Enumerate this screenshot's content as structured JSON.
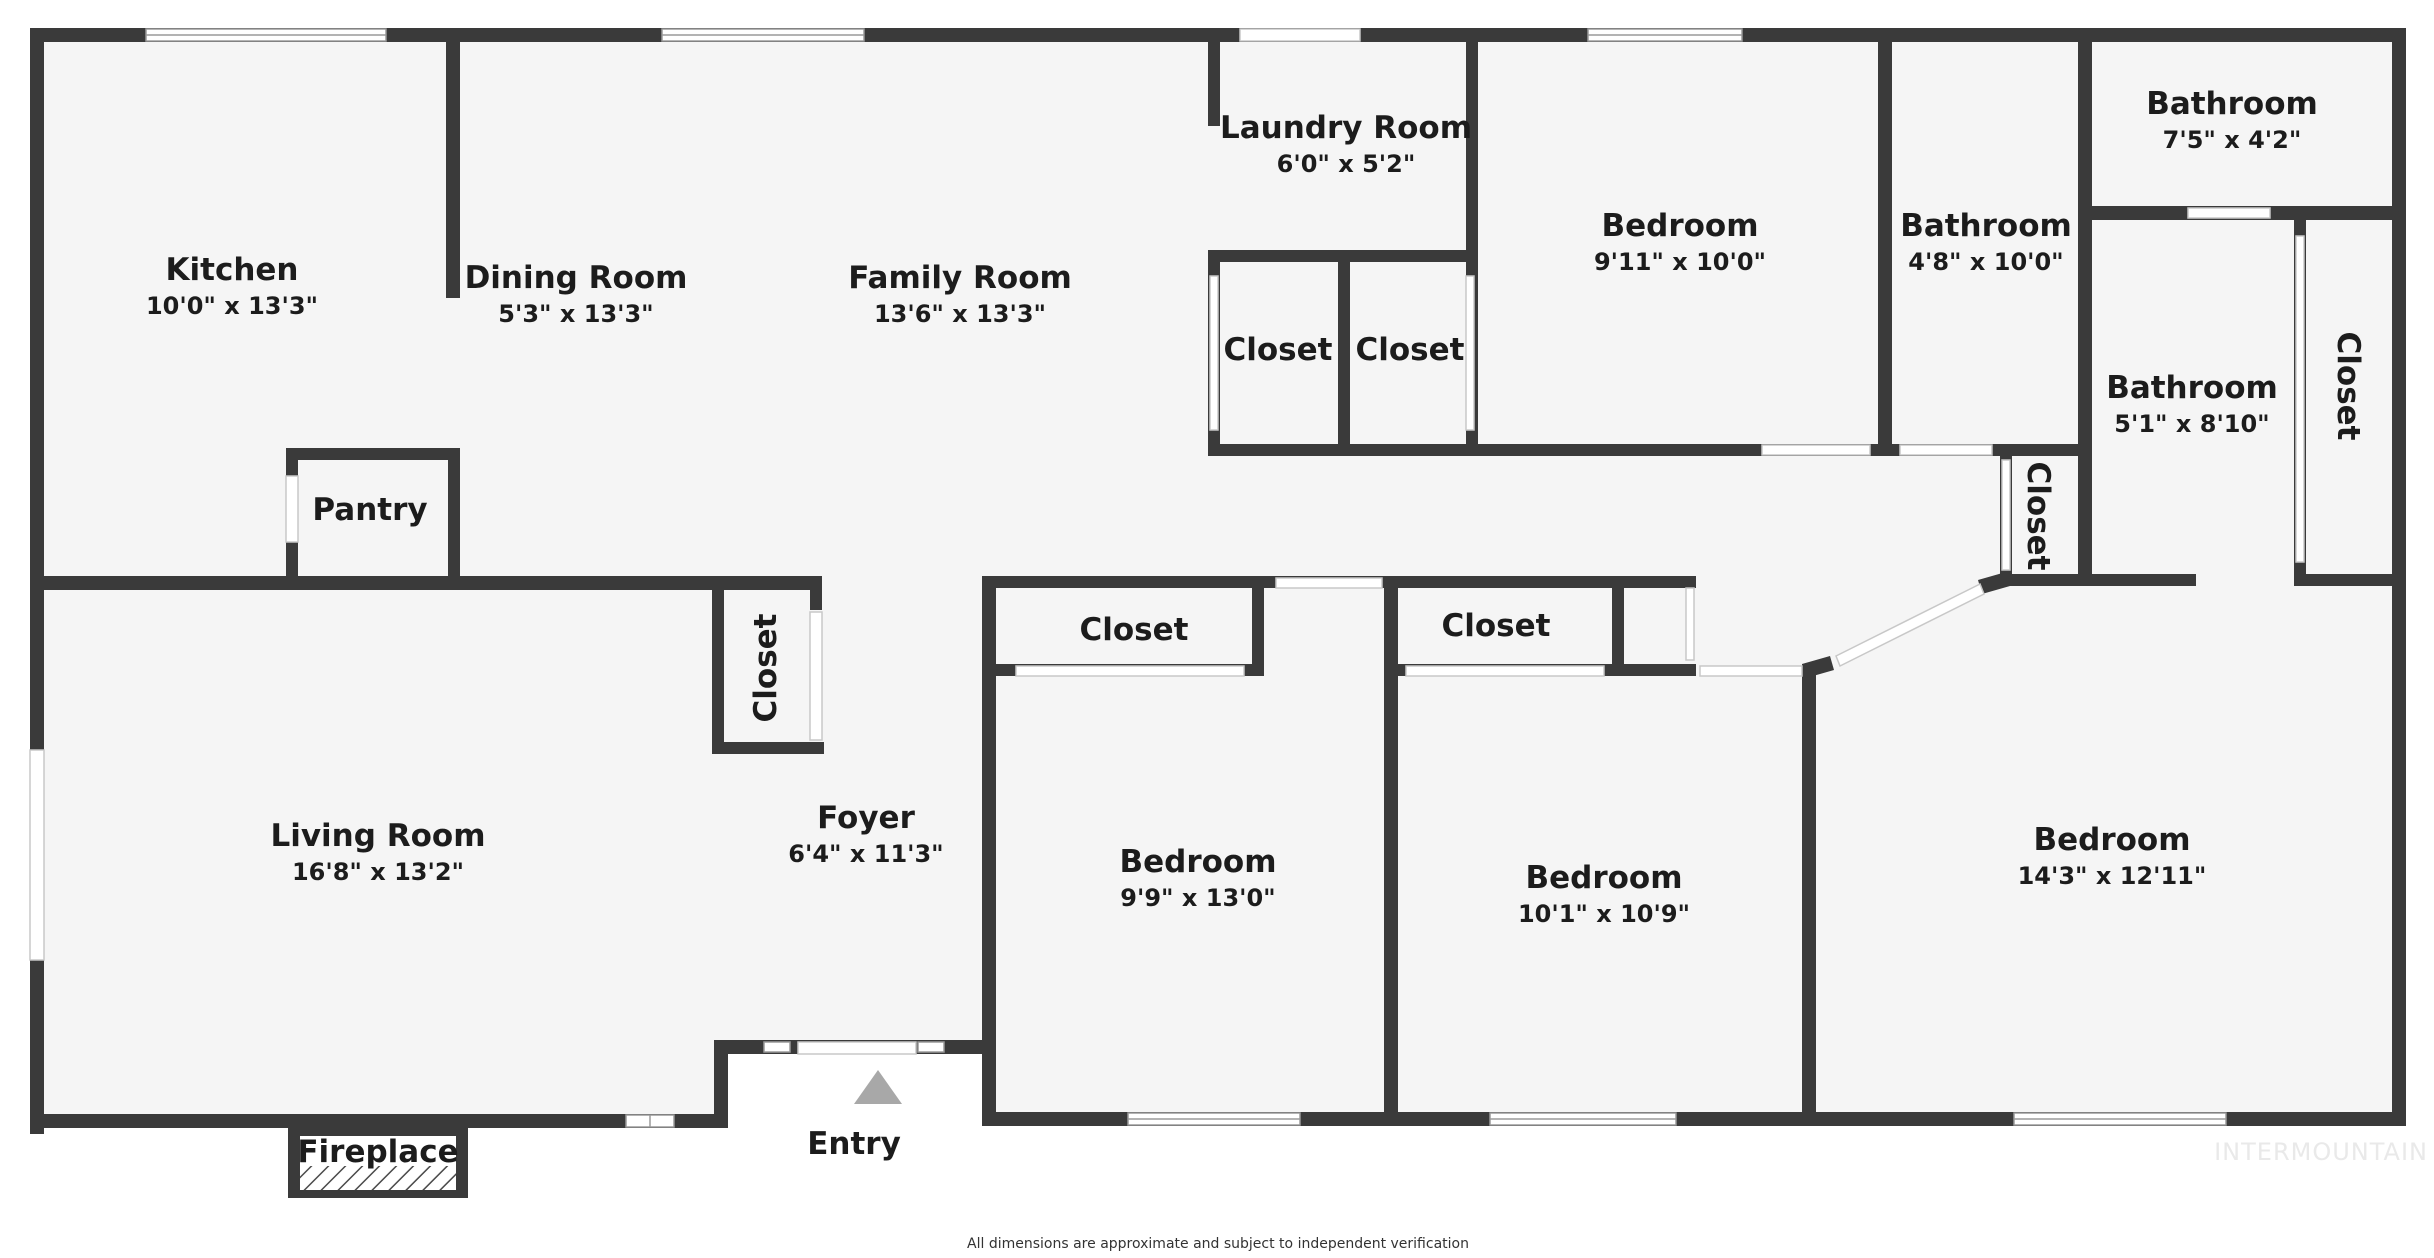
{
  "rooms": {
    "kitchen": {
      "name": "Kitchen",
      "dims": "10'0\" x 13'3\""
    },
    "dining_room": {
      "name": "Dining Room",
      "dims": "5'3\" x 13'3\""
    },
    "family_room": {
      "name": "Family Room",
      "dims": "13'6\" x 13'3\""
    },
    "laundry_room": {
      "name": "Laundry Room",
      "dims": "6'0\" x 5'2\""
    },
    "bedroom_top": {
      "name": "Bedroom",
      "dims": "9'11\" x 10'0\""
    },
    "bathroom_mid_top": {
      "name": "Bathroom",
      "dims": "4'8\" x 10'0\""
    },
    "bathroom_right_top": {
      "name": "Bathroom",
      "dims": "7'5\" x 4'2\""
    },
    "bathroom_right": {
      "name": "Bathroom",
      "dims": "5'1\" x 8'10\""
    },
    "living_room": {
      "name": "Living Room",
      "dims": "16'8\" x 13'2\""
    },
    "foyer": {
      "name": "Foyer",
      "dims": "6'4\" x 11'3\""
    },
    "bedroom_1": {
      "name": "Bedroom",
      "dims": "9'9\" x 13'0\""
    },
    "bedroom_2": {
      "name": "Bedroom",
      "dims": "10'1\" x 10'9\""
    },
    "bedroom_3": {
      "name": "Bedroom",
      "dims": "14'3\" x 12'11\""
    }
  },
  "labels": {
    "closet_laundry_left": "Closet",
    "closet_laundry_right": "Closet",
    "closet_living": "Closet",
    "closet_bed1": "Closet",
    "closet_bed2": "Closet",
    "closet_hall": "Closet",
    "closet_right_edge": "Closet",
    "pantry": "Pantry",
    "fireplace": "Fireplace",
    "entry": "Entry"
  },
  "footer": {
    "disclaimer": "All dimensions are approximate and subject to independent verification",
    "brand": "INTERMOUNTAIN"
  },
  "colors": {
    "wall": "#3a3a3a",
    "floor": "#f5f5f5",
    "text": "#1c1c1c"
  }
}
